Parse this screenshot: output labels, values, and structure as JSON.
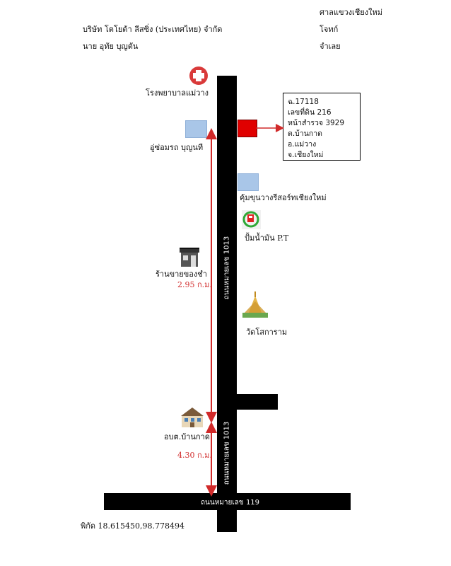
{
  "header": {
    "court": "ศาลแขวงเชียงใหม่",
    "company": "บริษัท โตโยต้า ลีสซิ่ง (ประเทศไทย) จำกัด",
    "plaintiff_role": "โจทก์",
    "defendant": "นาย อุทัย บุญตัน",
    "defendant_role": "จำเลย"
  },
  "address_box": {
    "lines": [
      "ฉ.17118",
      "เลขที่ดิน 216",
      "หน้าสำรวจ 3929",
      "ต.บ้านกาด",
      "อ.แม่วาง",
      "จ.เชียงใหม่"
    ]
  },
  "landmarks": {
    "hospital": "โรงพยาบาลแม่วาง",
    "garage": "อู่ซ่อมรถ บุญนที",
    "resort": "คุ้มขุนวางรีสอร์ทเชียงใหม่",
    "gas_station": "ปั้มน้ำมัน P.T",
    "shop": "ร้านขายของชำ",
    "temple": "วัดโสการาม",
    "sao": "อบต.บ้านกาด"
  },
  "roads": {
    "vertical_upper": "ถนนหมายเลข 1013",
    "vertical_lower": "ถนนหมายเลข 1013",
    "horizontal": "ถนนหมายเลข 119"
  },
  "distances": {
    "upper": "2.95 ก.ม.",
    "lower": "4.30 ก.ม."
  },
  "coordinates": "พิกัด 18.615450,98.778494",
  "colors": {
    "road": "#000000",
    "distance": "#d12a2a",
    "marker": "#e00000",
    "building": "#a9c6e8"
  }
}
